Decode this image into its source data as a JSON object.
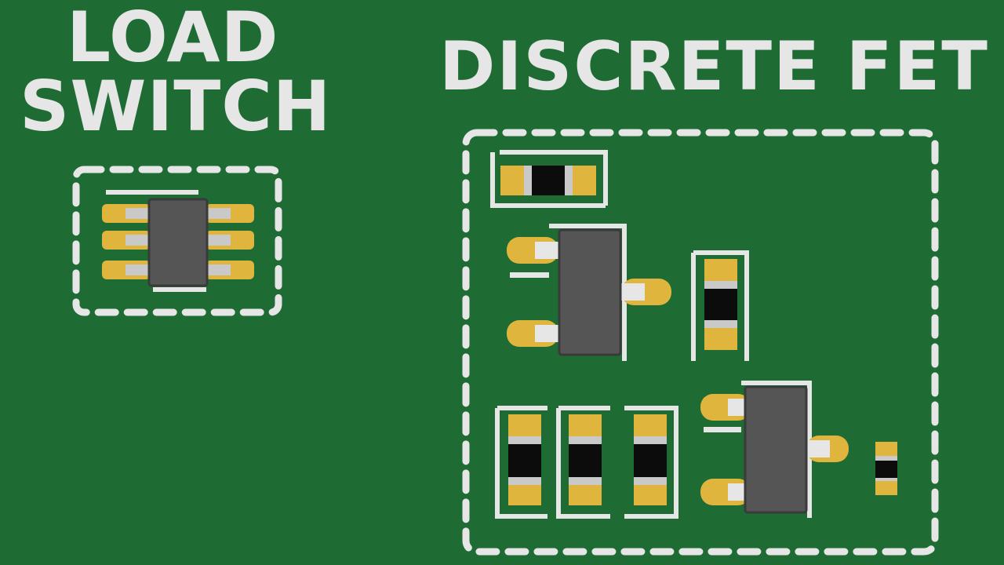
{
  "labels": {
    "load_line1": "LOAD",
    "load_line2": "SWITCH",
    "discrete": "DISCRETE FET"
  },
  "colors": {
    "board": "#1e6b34",
    "silkscreen": "#e6e6e6",
    "pad": "#e0b53e",
    "pad_edge": "#c9c9c9",
    "ic_body": "#555555",
    "resistor": "#0c0c0c"
  }
}
